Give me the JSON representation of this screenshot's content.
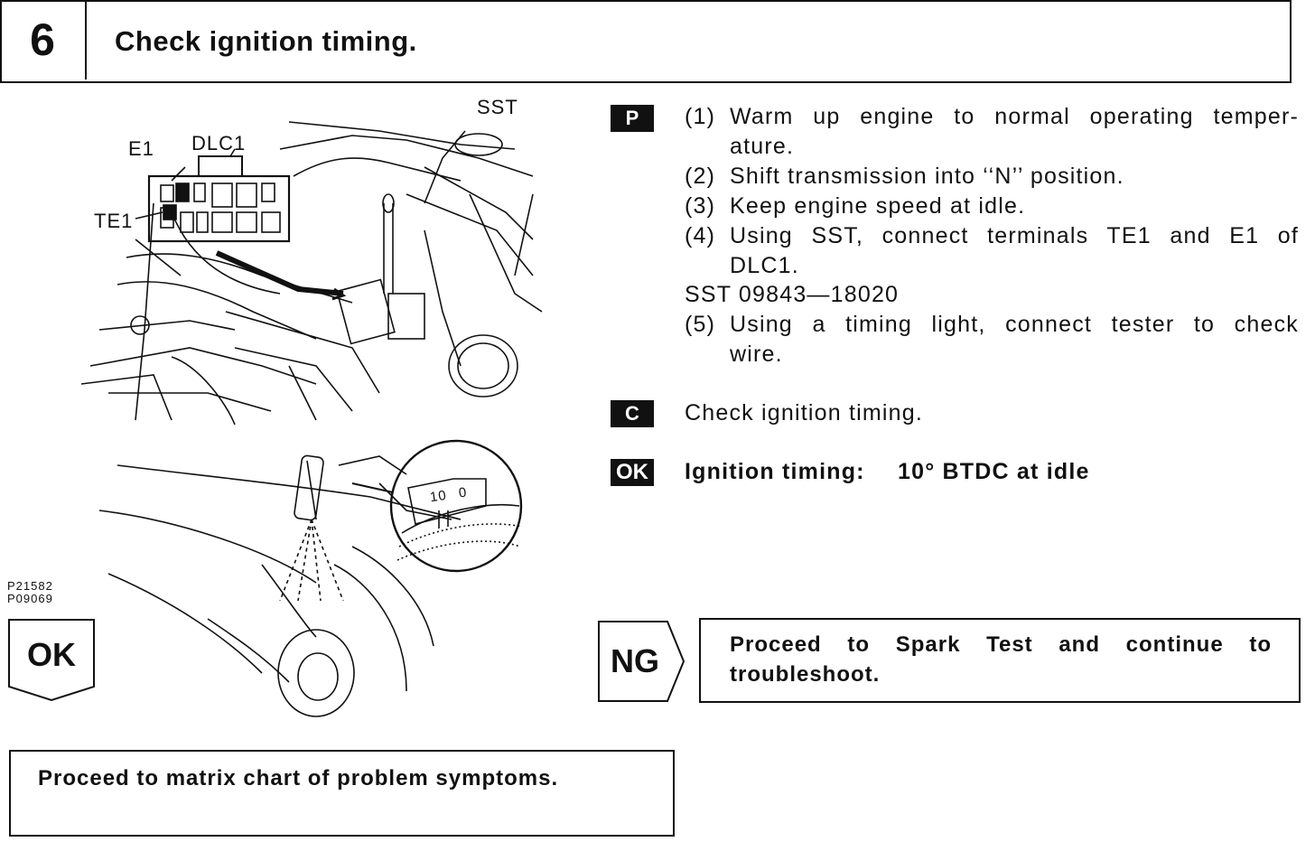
{
  "header": {
    "step_number": "6",
    "title": "Check ignition timing."
  },
  "figure": {
    "labels": {
      "sst": "SST",
      "e1": "E1",
      "dlc1": "DLC1",
      "te1": "TE1",
      "scale_10": "10",
      "scale_0": "0"
    },
    "codes": [
      "P21582",
      "P09069"
    ]
  },
  "procedure": {
    "p_tag": "P",
    "steps": [
      {
        "num": "(1)",
        "text": "Warm up engine to normal operating temper-",
        "cont": "ature."
      },
      {
        "num": "(2)",
        "text": "Shift transmission into ‘‘N’’ position."
      },
      {
        "num": "(3)",
        "text": "Keep engine speed at idle."
      },
      {
        "num": "(4)",
        "text": "Using SST, connect terminals TE1 and E1 of",
        "cont": "DLC1."
      },
      {
        "num": "",
        "text": "SST 09843—18020"
      },
      {
        "num": "(5)",
        "text": "Using a timing light, connect tester to check",
        "cont": "wire."
      }
    ],
    "c_tag": "C",
    "c_text": "Check ignition timing.",
    "ok_tag": "OK",
    "ok_label": "Ignition timing:",
    "ok_value": "10° BTDC at idle"
  },
  "flow": {
    "ok_label": "OK",
    "ok_result": "Proceed to matrix chart of problem symptoms.",
    "ng_label": "NG",
    "ng_result_line1": "Proceed to Spark Test and continue to",
    "ng_result_line2": "troubleshoot."
  }
}
